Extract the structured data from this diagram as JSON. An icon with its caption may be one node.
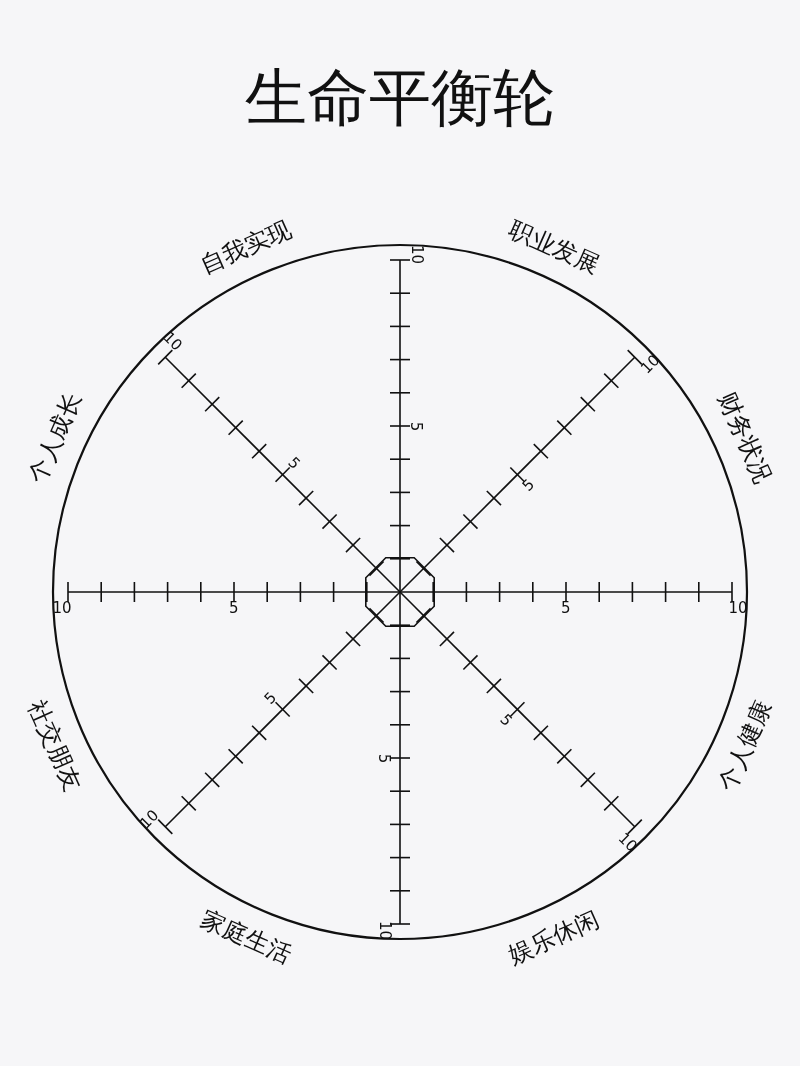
{
  "diagram": {
    "title": "生命平衡轮",
    "labels": [
      "自我实现",
      "职业发展",
      "财务状况",
      "个人健康",
      "娱乐休闲",
      "家庭生活",
      "社交朋友",
      "个人成长",
      "10",
      "5",
      "10",
      "5",
      "10",
      "5",
      "10",
      "5",
      "10",
      "5",
      "10",
      "5",
      "10",
      "5",
      "10",
      "5"
    ]
  }
}
